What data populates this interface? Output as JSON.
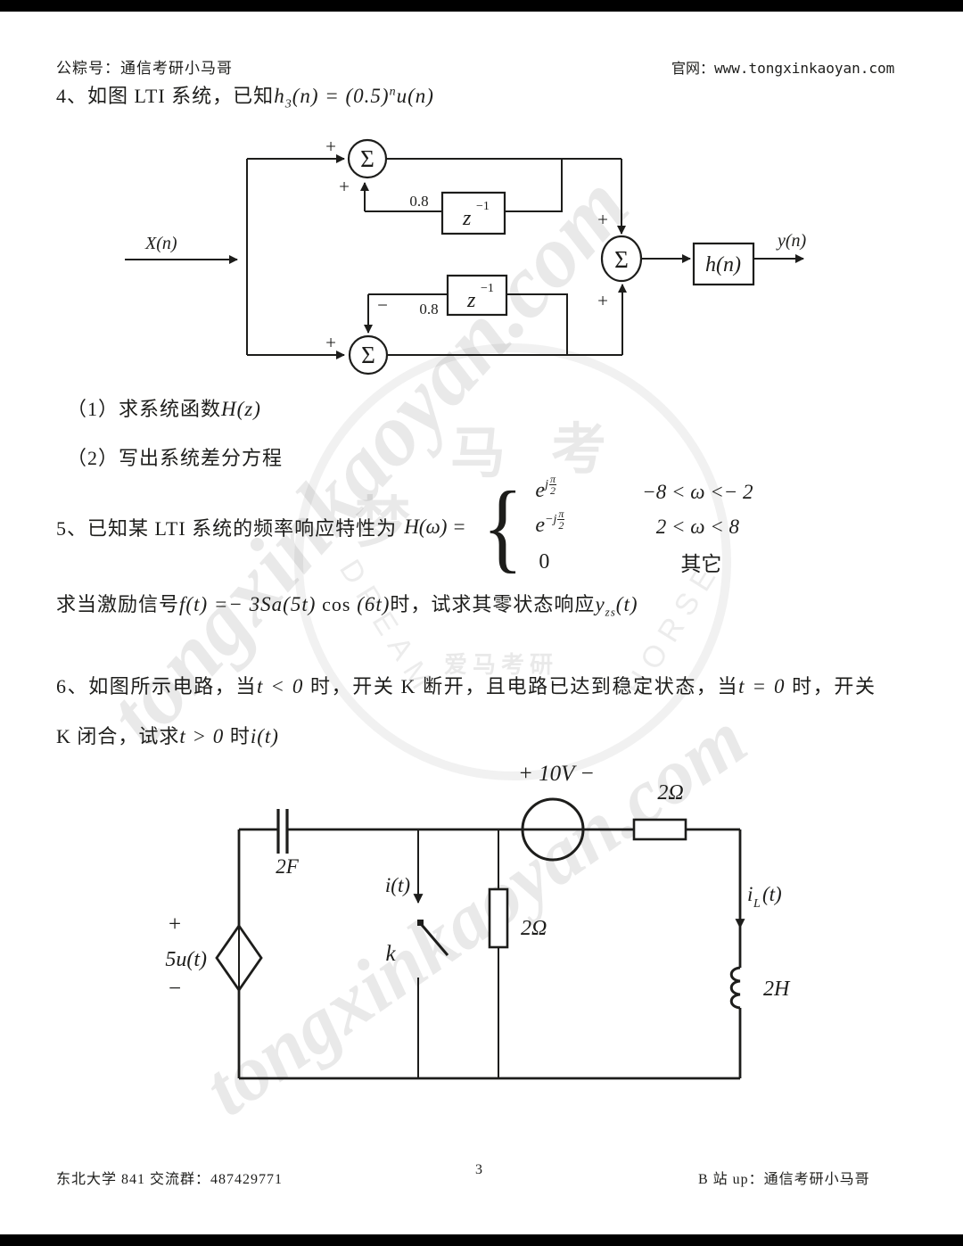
{
  "header": {
    "left": "公粽号：通信考研小马哥",
    "right": "官网：www.tongxinkaoyan.com"
  },
  "q4": {
    "lead": "4、如图 LTI 系统，已知",
    "m_h": "h",
    "m_hsub": "3",
    "m_mid": "(n) = (0.5)",
    "m_sup": "n",
    "m_tail": "u(n)"
  },
  "diagram": {
    "input_label": "X(n)",
    "output_label": "y(n)",
    "sigma": "Σ",
    "gain_top": "0.8",
    "gain_bottom": "0.8",
    "delay_base": "z",
    "delay_exp": "−1",
    "h_label": "h(n)",
    "plus": "+",
    "minus": "−"
  },
  "parts": {
    "p1_pre": "（1）求系统函数",
    "p1_math": "H(z)",
    "p2": "（2）写出系统差分方程"
  },
  "q5": {
    "lead": "5、已知某 LTI 系统的频率响应特性为",
    "lhs": "H(ω) =",
    "brace": "{",
    "rows": [
      {
        "base": "e",
        "sup": "j",
        "num": "π",
        "den": "2",
        "cond": "−8 < ω <− 2"
      },
      {
        "base": "e",
        "sup": "−j",
        "num": "π",
        "den": "2",
        "cond": "2 < ω < 8"
      },
      {
        "base": "0",
        "cond": "其它"
      }
    ],
    "f_pre": "求当激励信号",
    "f_m1": "f(t) =− 3Sa(5t) ",
    "f_m2": "cos",
    "f_m3": " (6t)",
    "f_mid": "时，试求其零状态响应",
    "f_y": "y",
    "f_ysub": "zs",
    "f_yend": "(t)"
  },
  "q6": {
    "l1a": "6、如图所示电路，当",
    "l1m1": "t < 0",
    "l1b": " 时，开关 K 断开，且电路已达到稳定状态，当",
    "l1m2": "t = 0",
    "l1c": " 时，开关",
    "l2a": "K 闭合，试求",
    "l2m1": "t > 0",
    "l2b": " 时",
    "l2m2": "i(t)"
  },
  "circuit": {
    "cap": "2F",
    "src_plus": "+",
    "src_label": "5u(t)",
    "src_minus": "−",
    "vsrc": "+ 10V −",
    "r_top": "2Ω",
    "r_mid": "2Ω",
    "ind": "2H",
    "i_label": "i(t)",
    "switch": "k",
    "il_base": "i",
    "il_sub": "L",
    "il_tail": "(t)"
  },
  "footer": {
    "left": "东北大学 841 交流群：487429771",
    "page": "3",
    "right": "B 站 up：通信考研小马哥"
  },
  "watermark": {
    "text": "tongxinkaoyan.com",
    "chars": [
      "梦",
      "马",
      "考"
    ],
    "sub": "爱马考研",
    "dream": "DREAM",
    "horse": "HORSE"
  }
}
